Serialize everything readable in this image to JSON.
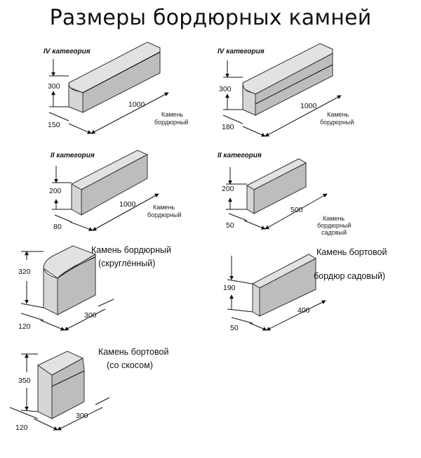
{
  "title": "Размеры бордюрных камней",
  "items": [
    {
      "category": "IV категория",
      "height": "300",
      "width": "150",
      "length": "1000",
      "name_lines": [
        "Камень",
        "бордюрный"
      ]
    },
    {
      "category": "IV категория",
      "height": "300",
      "width": "180",
      "length": "1000",
      "name_lines": [
        "Камень",
        "бордюрный"
      ]
    },
    {
      "category": "II категория",
      "height": "200",
      "width": "80",
      "length": "1000",
      "name_lines": [
        "Камень",
        "бордюрный"
      ]
    },
    {
      "category": "II категория",
      "height": "200",
      "width": "50",
      "length": "500",
      "name_lines": [
        "Камень",
        "бордюрный",
        "садовый"
      ]
    },
    {
      "height": "320",
      "width": "120",
      "length": "300",
      "name_lines": [
        "Камень бордюрный",
        "(скруглённый)"
      ]
    },
    {
      "height": "190",
      "width": "50",
      "length": "400",
      "name_lines": [
        "Камень бортовой",
        "бордюр садовый)"
      ]
    },
    {
      "height": "350",
      "width": "120",
      "length": "300",
      "name_lines": [
        "Камень бортовой",
        "(со скосом)"
      ]
    }
  ]
}
